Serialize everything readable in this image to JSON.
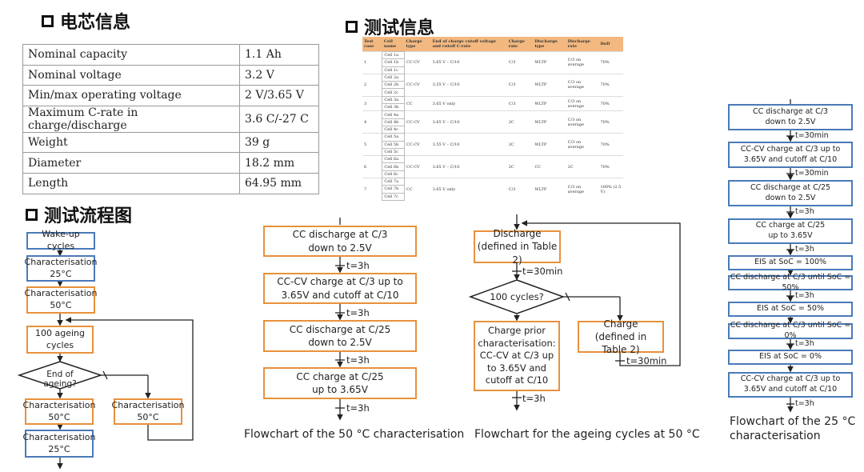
{
  "headings": {
    "cell_info": "电芯信息",
    "test_info": "测试信息",
    "flow": "测试流程图"
  },
  "spec_table": [
    {
      "k": "Nominal capacity",
      "v": "1.1 Ah"
    },
    {
      "k": "Nominal voltage",
      "v": "3.2 V"
    },
    {
      "k": "Min/max operating voltage",
      "v": "2 V/3.65 V"
    },
    {
      "k": "Maximum C-rate in charge/discharge",
      "v": "3.6 C/-27 C"
    },
    {
      "k": "Weight",
      "v": "39 g"
    },
    {
      "k": "Diameter",
      "v": "18.2 mm"
    },
    {
      "k": "Length",
      "v": "64.95 mm"
    }
  ],
  "test_table": {
    "headers": [
      "Test case",
      "Cell name",
      "Charge type",
      "End of charge cutoff voltage and cutoff C-rate",
      "Charge rate",
      "Discharge type",
      "Discharge rate",
      "DoD"
    ],
    "rows": [
      {
        "case": "1",
        "cells": [
          "Cell 1a",
          "Cell 1b",
          "Cell 1c"
        ],
        "type": "CC-CV",
        "cutoff": "3.65 V – C/10",
        "crate": "C/3",
        "dtype": "WLTP",
        "drate": "C/3 on average",
        "dod": "70%"
      },
      {
        "case": "2",
        "cells": [
          "Cell 2a",
          "Cell 2b",
          "Cell 2c"
        ],
        "type": "CC-CV",
        "cutoff": "3.55 V – C/10",
        "crate": "C/3",
        "dtype": "WLTP",
        "drate": "C/3 on average",
        "dod": "70%"
      },
      {
        "case": "3",
        "cells": [
          "Cell 3a",
          "Cell 3b"
        ],
        "type": "CC",
        "cutoff": "3.65 V only",
        "crate": "C/3",
        "dtype": "WLTP",
        "drate": "C/3 on average",
        "dod": "70%"
      },
      {
        "case": "4",
        "cells": [
          "Cell 4a",
          "Cell 4b",
          "Cell 4c"
        ],
        "type": "CC-CV",
        "cutoff": "3.65 V – C/10",
        "crate": "2C",
        "dtype": "WLTP",
        "drate": "C/3 on average",
        "dod": "70%"
      },
      {
        "case": "5",
        "cells": [
          "Cell 5a",
          "Cell 5b",
          "Cell 5c"
        ],
        "type": "CC-CV",
        "cutoff": "3.55 V – C/10",
        "crate": "2C",
        "dtype": "WLTP",
        "drate": "C/3 on average",
        "dod": "70%"
      },
      {
        "case": "6",
        "cells": [
          "Cell 6a",
          "Cell 6b",
          "Cell 6c"
        ],
        "type": "CC-CV",
        "cutoff": "3.65 V – C/10",
        "crate": "2C",
        "dtype": "CC",
        "drate": "2C",
        "dod": "70%"
      },
      {
        "case": "7",
        "cells": [
          "Cell 7a",
          "Cell 7b",
          "Cell 7c"
        ],
        "type": "CC",
        "cutoff": "3.65 V only",
        "crate": "C/3",
        "dtype": "WLTP",
        "drate": "C/3 on average",
        "dod": "100% (2.5 V)"
      }
    ]
  },
  "flow_left": {
    "wakeup": "Wake-up cycles",
    "char25": "Characterisation 25°C",
    "char50": "Characterisation 50°C",
    "ageing": "100 ageing cycles",
    "decision": "End of ageing?",
    "char50b": "Characterisation 50°C",
    "char50c": "Characterisation 50°C",
    "char25b": "Characterisation 25°C"
  },
  "flow_50": {
    "step1": "CC discharge at C/3 down to 2.5V",
    "step2": "CC-CV charge at C/3 up to 3.65V and cutoff at C/10",
    "step3": "CC discharge at C/25 down to 2.5V",
    "step4": "CC charge at C/25 up to 3.65V",
    "t1": "t=3h",
    "t2": "t=3h",
    "t3": "t=3h",
    "t4": "t=3h",
    "caption": "Flowchart of the 50 °C characterisation"
  },
  "flow_ageing": {
    "discharge": "Discharge (defined in Table 2)",
    "t1": "t=30min",
    "decision": "100 cycles?",
    "charge_prior": "Charge prior characterisation: CC-CV at C/3 up to 3.65V and cutoff at C/10",
    "charge": "Charge (defined in Table 2)",
    "t2": "t=3h",
    "t3": "t=30min",
    "caption": "Flowchart for the ageing cycles at 50 °C"
  },
  "flow_25": {
    "s1": "CC discharge at C/3 down to 2.5V",
    "t1": "t=30min",
    "s2": "CC-CV charge at C/3 up to 3.65V and cutoff at C/10",
    "t2": "t=30min",
    "s3": "CC discharge at C/25 down to 2.5V",
    "t3": "t=3h",
    "s4": "CC charge at C/25 up to 3.65V",
    "t4": "t=3h",
    "s5": "EIS at SoC = 100%",
    "s6": "CC discharge at C/3 until SoC = 50%",
    "t5": "t=3h",
    "s7": "EIS at SoC = 50%",
    "s8": "CC discharge at C/3 until SoC = 0%",
    "t6": "t=3h",
    "s9": "EIS at SoC = 0%",
    "s10": "CC-CV charge at C/3 up to 3.65V and cutoff at C/10",
    "t7": "t=3h",
    "caption": "Flowchart of the 25 °C characterisation"
  }
}
